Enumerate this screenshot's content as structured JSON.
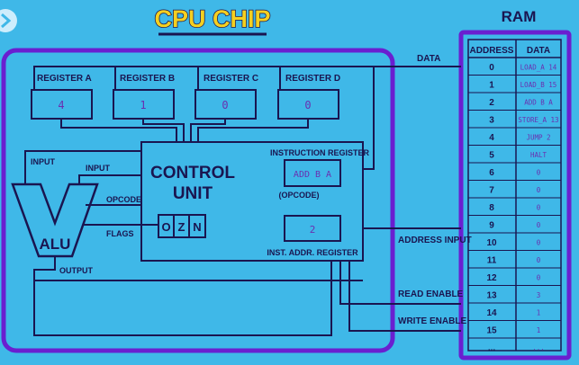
{
  "title": "CPU CHIP",
  "ram": {
    "title": "RAM",
    "col_address": "ADDRESS",
    "col_data": "DATA",
    "rows": [
      {
        "address": "0",
        "data": "LOAD_A 14"
      },
      {
        "address": "1",
        "data": "LOAD_B 15"
      },
      {
        "address": "2",
        "data": "ADD B A"
      },
      {
        "address": "3",
        "data": "STORE_A 13"
      },
      {
        "address": "4",
        "data": "JUMP 2"
      },
      {
        "address": "5",
        "data": "HALT"
      },
      {
        "address": "6",
        "data": "0"
      },
      {
        "address": "7",
        "data": "0"
      },
      {
        "address": "8",
        "data": "0"
      },
      {
        "address": "9",
        "data": "0"
      },
      {
        "address": "10",
        "data": "0"
      },
      {
        "address": "11",
        "data": "0"
      },
      {
        "address": "12",
        "data": "0"
      },
      {
        "address": "13",
        "data": "3"
      },
      {
        "address": "14",
        "data": "1"
      },
      {
        "address": "15",
        "data": "1"
      },
      {
        "address": "...",
        "data": "..."
      }
    ]
  },
  "registers": [
    {
      "label": "REGISTER A",
      "value": "4"
    },
    {
      "label": "REGISTER B",
      "value": "1"
    },
    {
      "label": "REGISTER C",
      "value": "0"
    },
    {
      "label": "REGISTER D",
      "value": "0"
    }
  ],
  "control_unit": {
    "line1": "CONTROL",
    "line2": "UNIT"
  },
  "instruction_register": {
    "label": "INSTRUCTION REGISTER",
    "value": "ADD B A",
    "sublabel": "(OPCODE)"
  },
  "inst_addr_register": {
    "label": "INST. ADDR. REGISTER",
    "value": "2"
  },
  "flags": {
    "o": "O",
    "z": "Z",
    "n": "N"
  },
  "alu": {
    "label": "ALU",
    "input1": "INPUT",
    "input2": "INPUT",
    "opcode": "OPCODE",
    "flags": "FLAGS",
    "output": "OUTPUT"
  },
  "bus_labels": {
    "data": "DATA",
    "address_input": "ADDRESS INPUT",
    "read_enable": "READ ENABLE",
    "write_enable": "WRITE ENABLE"
  },
  "colors": {
    "background": "#3fb8e8",
    "chip_border": "#6a1fd0",
    "ink": "#1a1550",
    "title_fill": "#f5d020"
  }
}
